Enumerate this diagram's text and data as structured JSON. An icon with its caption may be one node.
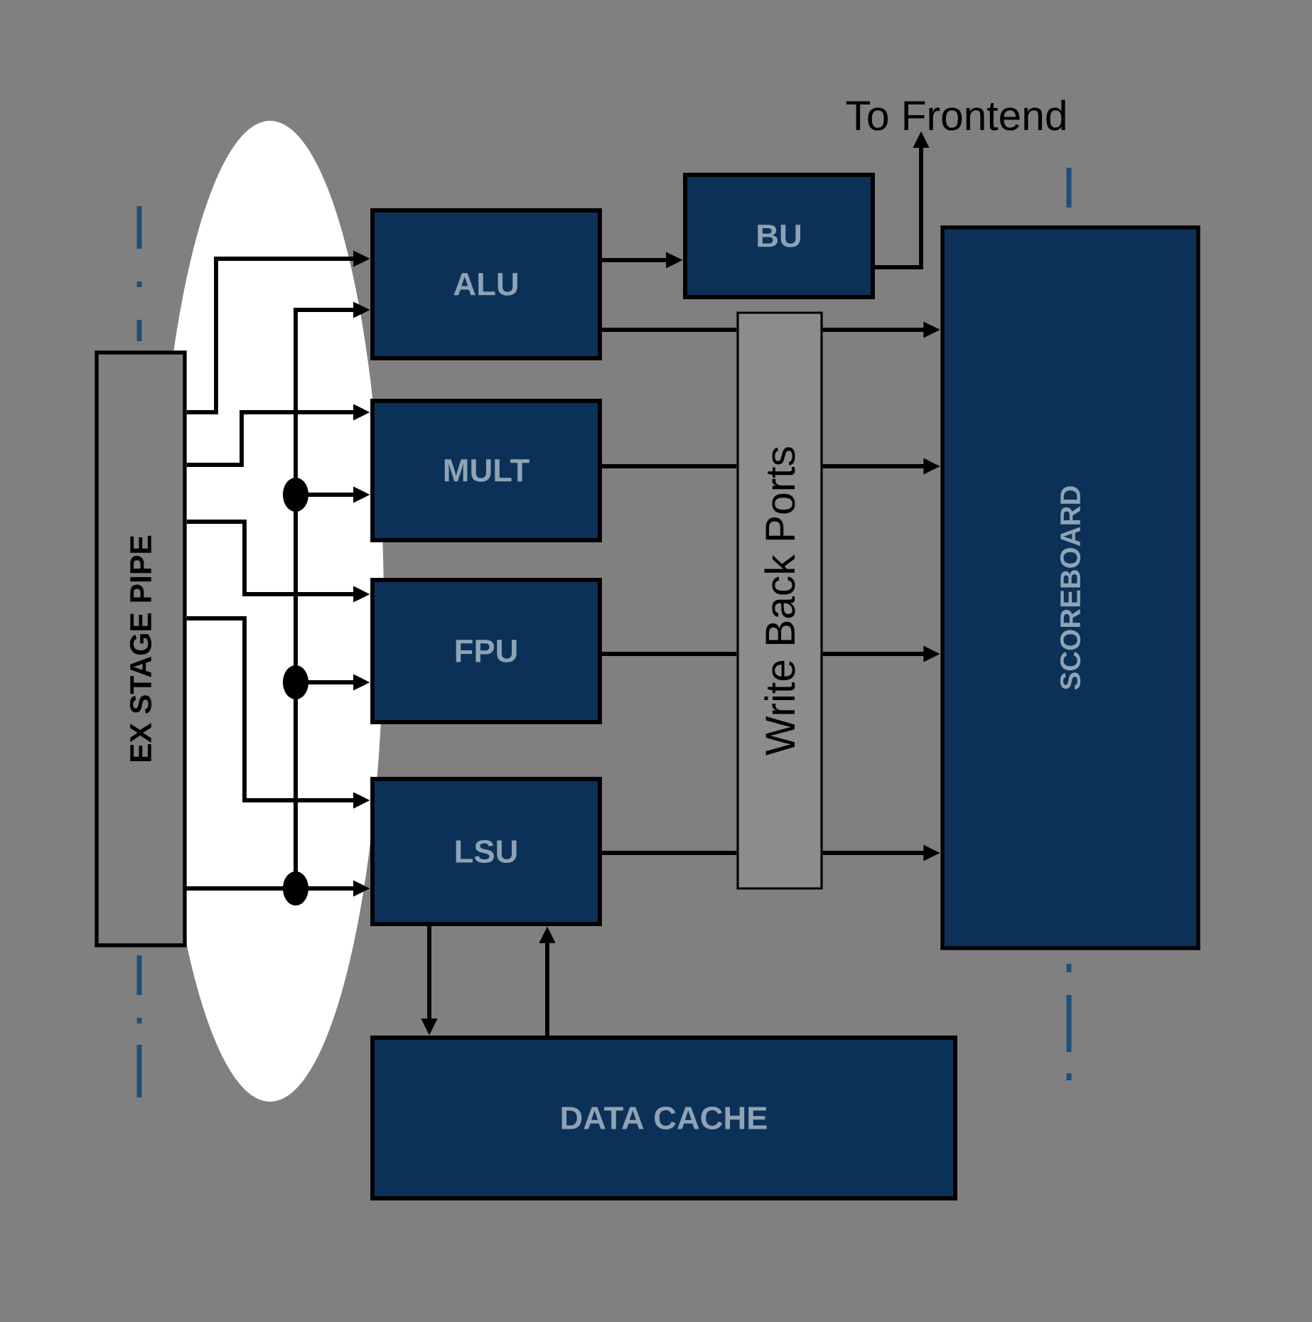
{
  "diagram": {
    "nodes": [
      {
        "text": [
          "EX STAGE PIPE"
        ]
      },
      {
        "text": [
          "ALU"
        ]
      },
      {
        "text": [
          "BU"
        ]
      },
      {
        "text": [
          "MULT"
        ]
      },
      {
        "text": [
          "FPU"
        ]
      },
      {
        "text": [
          "LSU"
        ]
      },
      {
        "text": [
          "Write Back Ports"
        ]
      },
      {
        "text": [
          "SCOREBOARD"
        ]
      },
      {
        "text": [
          "DATA CACHE"
        ]
      },
      {
        "text": [
          "To Frontend"
        ]
      }
    ],
    "edges": [
      {
        "from": 0,
        "to": 1,
        "arrow": "to"
      },
      {
        "from": 0,
        "to": 3,
        "arrow": "to"
      },
      {
        "from": 0,
        "to": 4,
        "arrow": "to"
      },
      {
        "from": 0,
        "to": 5,
        "arrow": "to"
      },
      {
        "from": 0,
        "to": 1,
        "arrow": "to"
      },
      {
        "from": 0,
        "to": 3,
        "arrow": "to"
      },
      {
        "from": 0,
        "to": 4,
        "arrow": "to"
      },
      {
        "from": 0,
        "to": 5,
        "arrow": "to"
      },
      {
        "from": 1,
        "to": 2,
        "arrow": "to"
      },
      {
        "from": 2,
        "to": 9,
        "arrow": "to"
      },
      {
        "from": 1,
        "to": 6,
        "arrow": "none"
      },
      {
        "from": 3,
        "to": 6,
        "arrow": "none"
      },
      {
        "from": 4,
        "to": 6,
        "arrow": "none"
      },
      {
        "from": 5,
        "to": 6,
        "arrow": "none"
      },
      {
        "from": 6,
        "to": 7,
        "arrow": "to"
      },
      {
        "from": 6,
        "to": 7,
        "arrow": "to"
      },
      {
        "from": 6,
        "to": 7,
        "arrow": "to"
      },
      {
        "from": 6,
        "to": 7,
        "arrow": "to"
      },
      {
        "from": 5,
        "to": 8,
        "arrow": "to"
      },
      {
        "from": 8,
        "to": 5,
        "arrow": "to"
      }
    ]
  }
}
